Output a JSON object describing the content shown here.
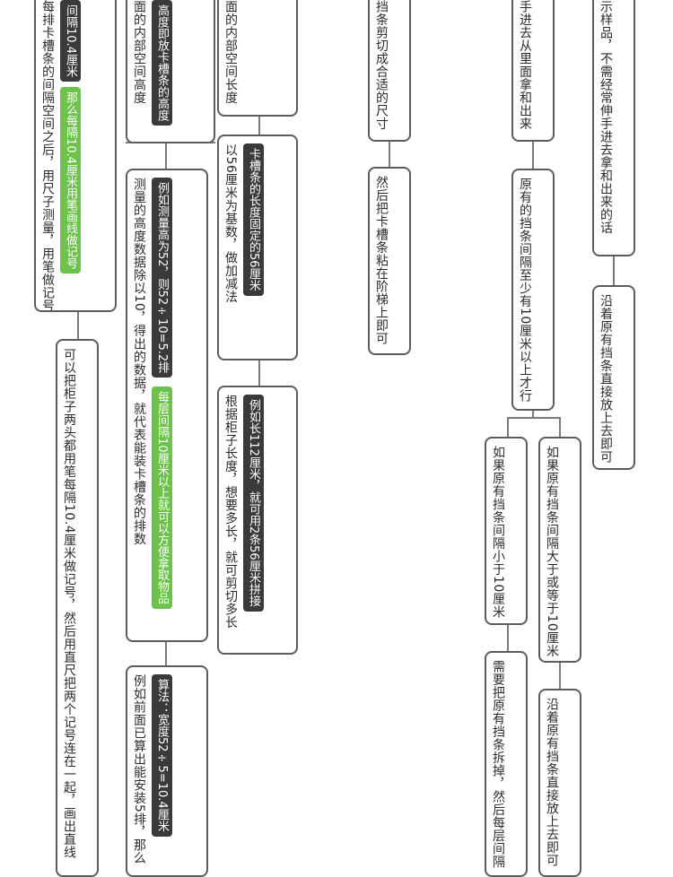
{
  "colors": {
    "node_border": "#5c5c5c",
    "connector": "#7a7a7a",
    "chip_dark": "#3a3a3a",
    "chip_green": "#6cc24a",
    "background": "#ffffff"
  },
  "nodes": {
    "show_sample": {
      "line_1": "示样品，不需经常伸手进去拿和出来的话"
    },
    "along_original_gear": {
      "line_1": "沿着原有挡条直接放上去即可"
    },
    "take_in_out": {
      "line_1": "手进去从里面拿和出来"
    },
    "original_gear_spacing": {
      "line_1": "原有的挡条间隔至少有10厘米以上才行"
    },
    "if_greater": {
      "line_1": "如果原有挡条间隔大于或等于10厘米"
    },
    "if_greater_result": {
      "line_1": "沿着原有挡条直接放上去即可"
    },
    "if_less": {
      "line_1": "如果原有挡条间隔小于10厘米"
    },
    "if_less_result": {
      "line_1": "需要把原有挡条拆掉，然后每层间隔"
    },
    "cut_strip": {
      "line_1": "挡条剪切成合适的尺寸"
    },
    "paste_on_steps": {
      "line_1": "然后把卡槽条粘在阶梯上即可"
    },
    "inner_depth_length": {
      "line_1": "面的内部空间长度"
    },
    "cut_56": {
      "line_1": "以56厘米为基数，做加减法",
      "chip_dark": "卡槽条的长度固定的56厘米"
    },
    "cut_112": {
      "line_1": "根据柜子长度，想要多长，就可剪切多长",
      "chip_dark": "例如长112厘米，就可用2条56厘米拼接"
    },
    "inner_height": {
      "line_1": "面的内部空间高度",
      "chip_dark": "高度即放卡槽条的高度"
    },
    "divide_by_10": {
      "line_1": "测量的高度数据除以10，得出的数据，就代表能装卡槽条的排数",
      "chip_dark": "例如测量高为52，则52÷10=5.2排",
      "chip_green": "每层间隔10厘米以上就可以方便拿取物品"
    },
    "five_rows": {
      "line_1": "例如前面已算出能安装5排，那么",
      "chip_dark": "算法：宽度52÷5=10.4厘米"
    },
    "spacing_104": {
      "chip_dark": "间隔10.4厘米",
      "line_1": "每排卡槽条的间隔空间之后，用尺子测量，用笔做记号",
      "chip_green": "那么每隔10.4厘米用笔画线做记号"
    },
    "mark_both_ends": {
      "line_1": "可以把柜子两头都用笔每隔10.4厘米做记号，然后用直尺把两个记号连在一起，画出直线"
    }
  }
}
